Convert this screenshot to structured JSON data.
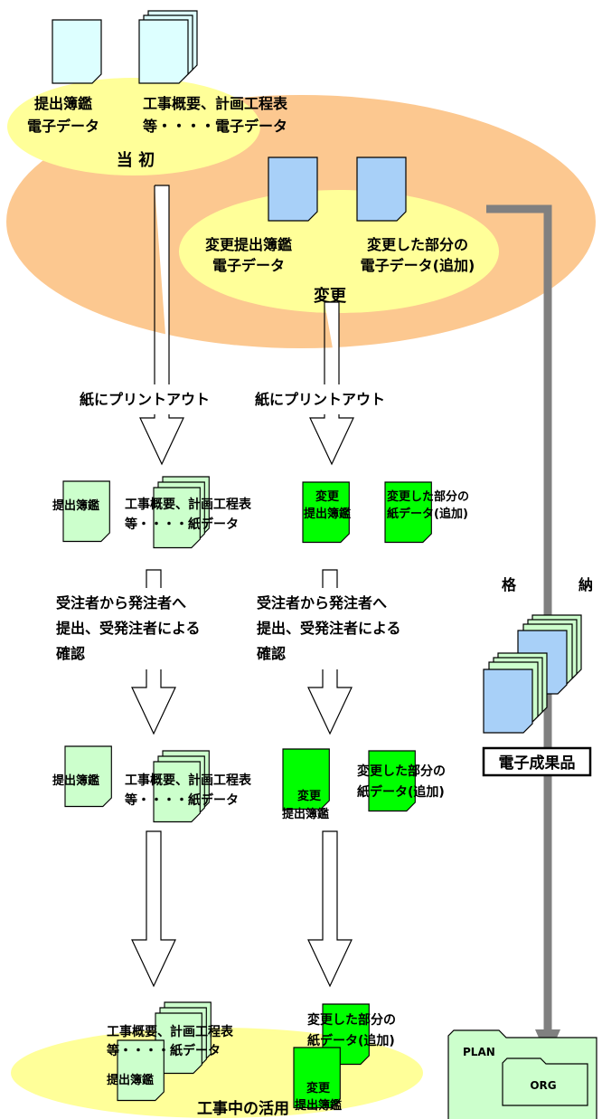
{
  "initial": {
    "submission_doc": [
      "提出簿鑑",
      "電子データ"
    ],
    "outline_doc": [
      "工事概要、計画工程表",
      "等・・・・電子データ"
    ],
    "label": "当 初"
  },
  "change": {
    "submission_doc": [
      "変更提出簿鑑",
      "電子データ"
    ],
    "changed_part": [
      "変更した部分の",
      "電子データ(追加)"
    ],
    "label": "変更"
  },
  "print_label_left": "紙にプリントアウト",
  "print_label_right": "紙にプリントアウト",
  "paper_row": {
    "submission": "提出簿鑑",
    "outline": [
      "工事概要、計画工程表",
      "等・・・・紙データ"
    ],
    "change_submission": [
      "変更",
      "提出簿鑑"
    ],
    "change_part": [
      "変更した部分の",
      "紙データ(追加)"
    ]
  },
  "confirm_left": [
    "受注者から発注者へ",
    "提出、受発注者による",
    "確認"
  ],
  "confirm_right": [
    "受注者から発注者へ",
    "提出、受発注者による",
    "確認"
  ],
  "confirmed_row": {
    "submission": "提出簿鑑",
    "outline": [
      "工事概要、計画工程表",
      "等・・・・紙データ"
    ],
    "change_submission": [
      "変更",
      "提出簿鑑"
    ],
    "change_part": [
      "変更した部分の",
      "紙データ(追加)"
    ]
  },
  "usage_row": {
    "outline": [
      "工事概要、計画工程表",
      "等・・・・紙データ"
    ],
    "submission": "提出簿鑑",
    "change_part": [
      "変更した部分の",
      "紙データ(追加)"
    ],
    "change_submission": [
      "変更",
      "提出簿鑑"
    ],
    "label": "工事中の活用"
  },
  "storage": {
    "label_left": "格",
    "label_right": "納",
    "deliverable": "電子成果品",
    "folder_plan": "PLAN",
    "folder_org": "ORG"
  },
  "colors": {
    "orange": "#fcc890",
    "yellow": "#ffff99",
    "cyan_doc": "#ddffff",
    "blue_doc": "#a8d0f8",
    "pale_green": "#ccffcc",
    "bright_green": "#00ff00",
    "folder_green": "#ccffcc",
    "gray_arrow": "#808080"
  }
}
